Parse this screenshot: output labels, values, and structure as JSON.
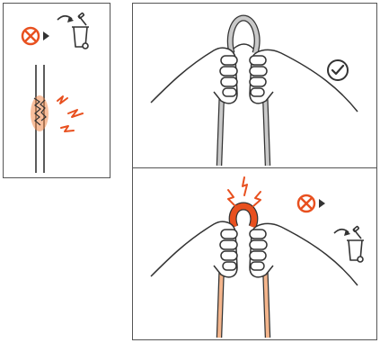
{
  "colors": {
    "stroke": "#333333",
    "warning_orange": "#e8501f",
    "damage_orange": "#f28a4c",
    "rope_light": "#c9c9c9",
    "rope_damaged": "#f4b58c"
  },
  "panels": [
    {
      "name": "left-damaged-rope-panel",
      "icons": [
        "cross-circle-icon",
        "arrow-right-icon",
        "discard-bin-icon",
        "lightning-icon"
      ]
    },
    {
      "name": "right-top-ok-panel",
      "icons": [
        "check-circle-icon",
        "hands-icon",
        "rope-loop-icon"
      ]
    },
    {
      "name": "right-bottom-damaged-panel",
      "icons": [
        "cross-circle-icon",
        "arrow-right-icon",
        "discard-bin-icon",
        "lightning-icon",
        "hands-icon"
      ]
    }
  ]
}
